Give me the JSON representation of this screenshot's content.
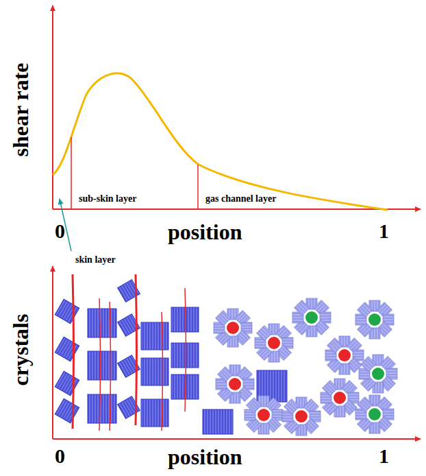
{
  "diagram": {
    "labels": [
      "shear rate",
      "sub-skin layer",
      "gas channel layer",
      "0",
      "position",
      "1",
      "skin layer",
      "crystals",
      "0",
      "position",
      "1"
    ]
  }
}
